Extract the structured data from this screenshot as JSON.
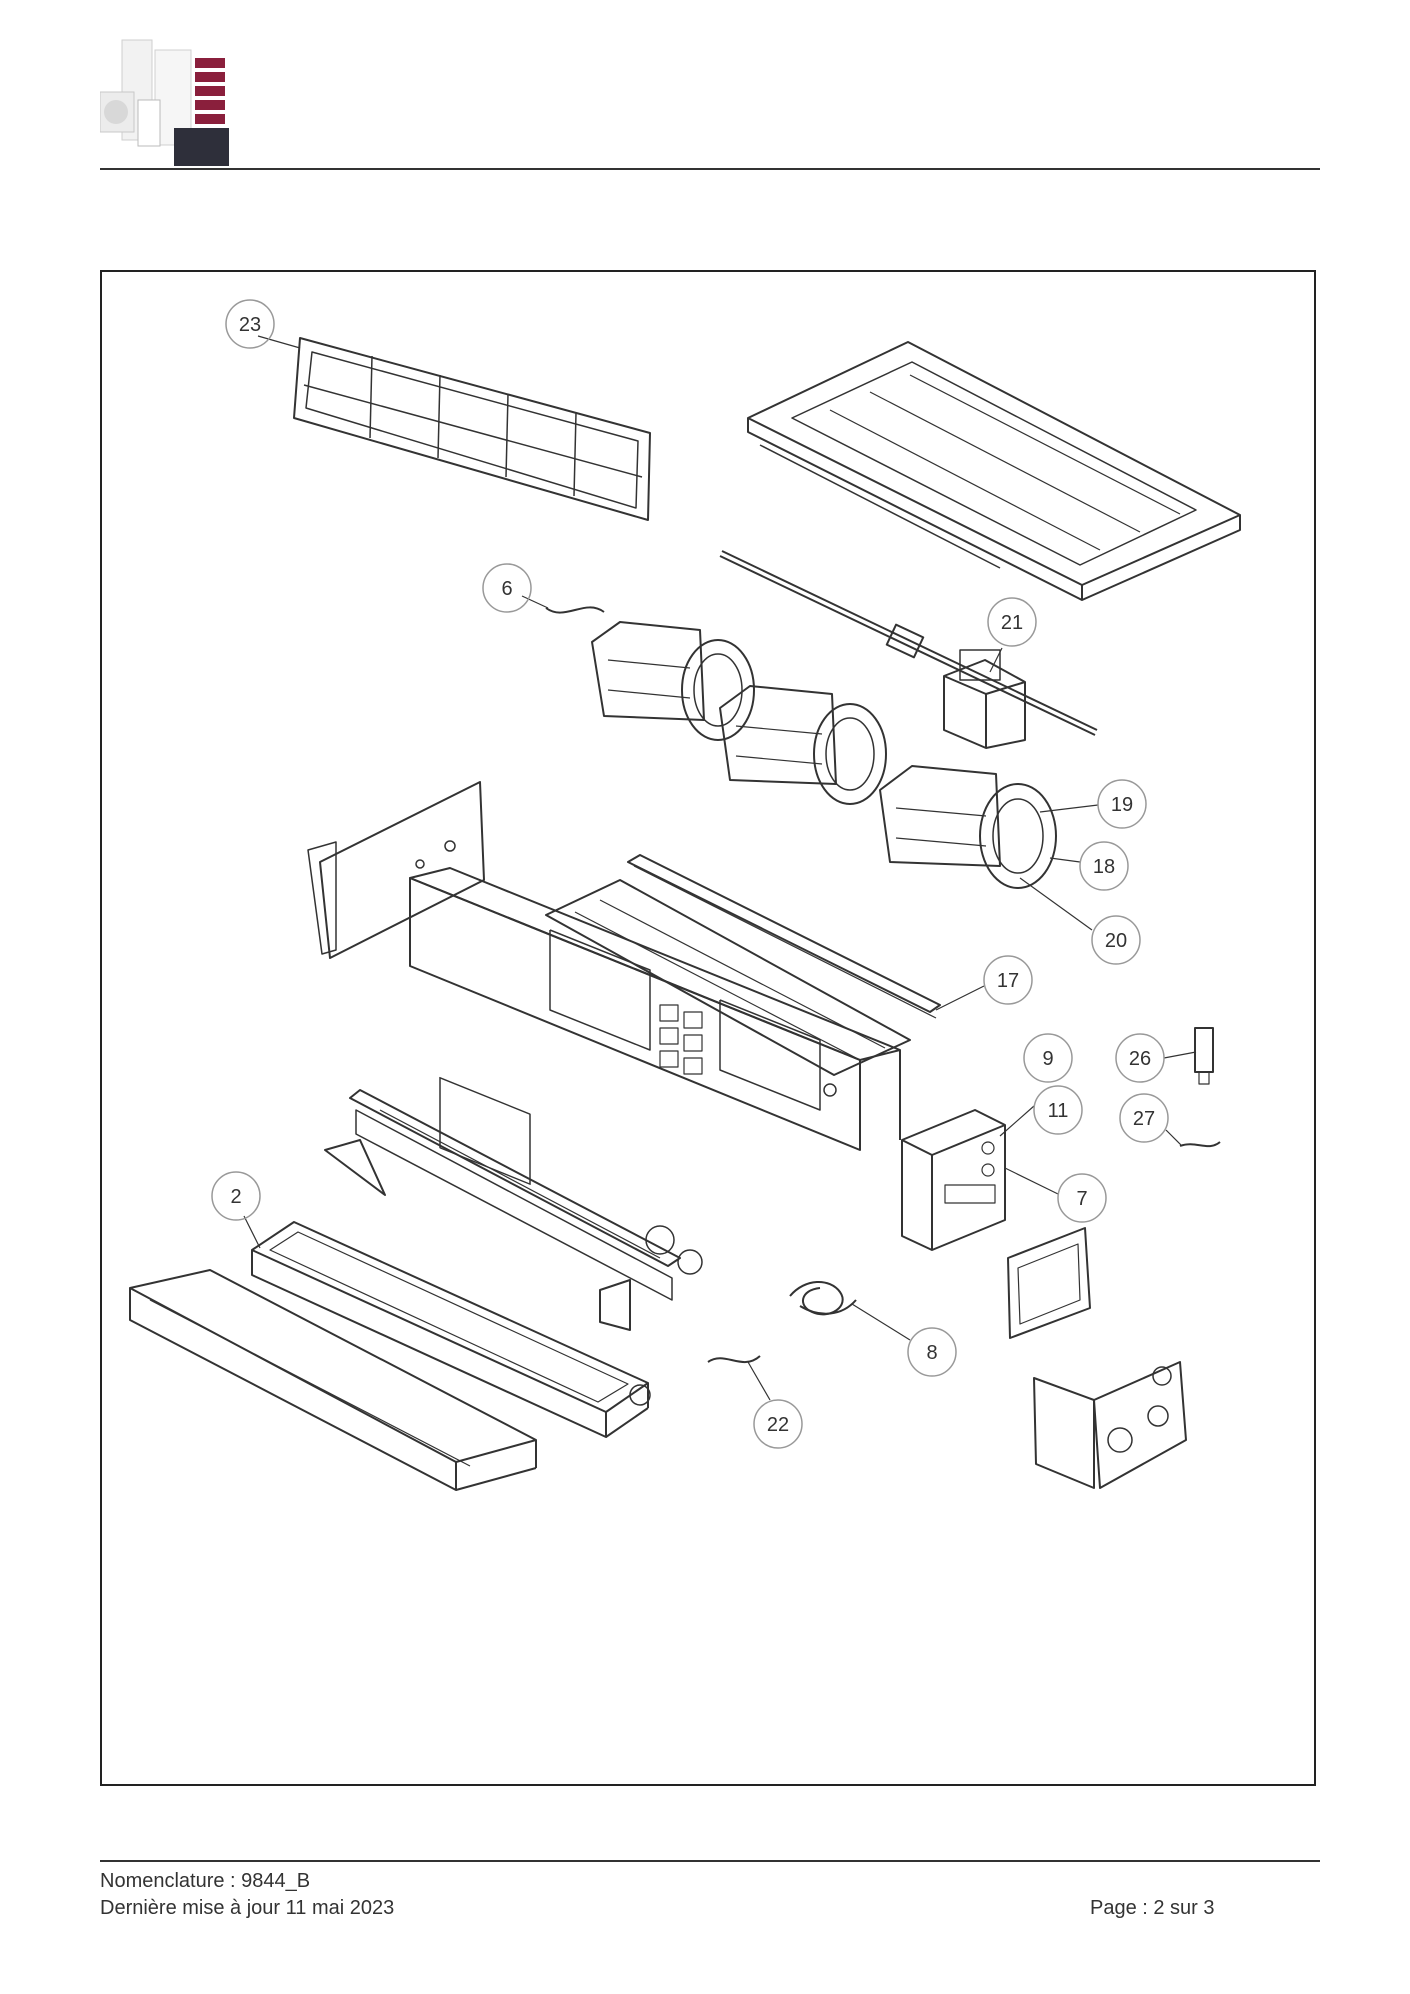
{
  "colors": {
    "line": "#333333",
    "brand_red": "#8a1f3c",
    "dark_panel": "#2e2f3a",
    "paper": "#ffffff"
  },
  "diagram": {
    "callouts": [
      "23",
      "6",
      "21",
      "19",
      "18",
      "20",
      "17",
      "9",
      "26",
      "11",
      "27",
      "7",
      "2",
      "8",
      "22"
    ]
  },
  "footer": {
    "reference": "Nomenclature : 9844_B",
    "updated": "Dernière mise à jour 11 mai 2023",
    "page": "Page : 2 sur 3"
  }
}
